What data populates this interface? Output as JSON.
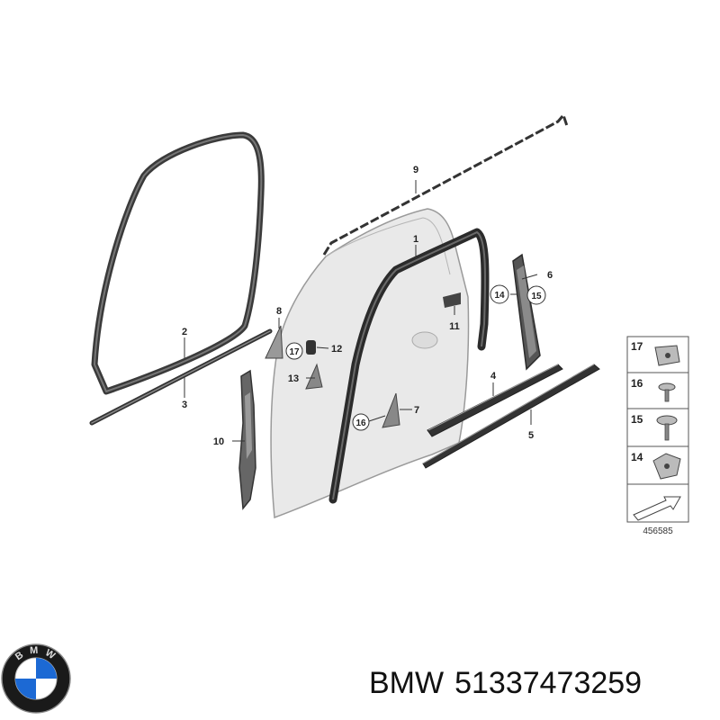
{
  "diagram": {
    "callouts": {
      "c1": "1",
      "c2": "2",
      "c3": "3",
      "c4": "4",
      "c5": "5",
      "c6": "6",
      "c7": "7",
      "c8": "8",
      "c9": "9",
      "c10": "10",
      "c11": "11",
      "c12": "12",
      "c13": "13",
      "c14": "14",
      "c15": "15",
      "c16": "16",
      "c17": "17"
    },
    "legend": {
      "items": [
        "17",
        "16",
        "15",
        "14"
      ],
      "ref_number": "456585"
    }
  },
  "caption": {
    "brand": "BMW",
    "part_number": "51337473259"
  },
  "logo": {
    "text": "B M W"
  },
  "colors": {
    "line": "#2b2b2b",
    "door_fill": "#e9e9e9",
    "seal": "#3a3a3a",
    "logo_blue": "#1c69d4"
  }
}
